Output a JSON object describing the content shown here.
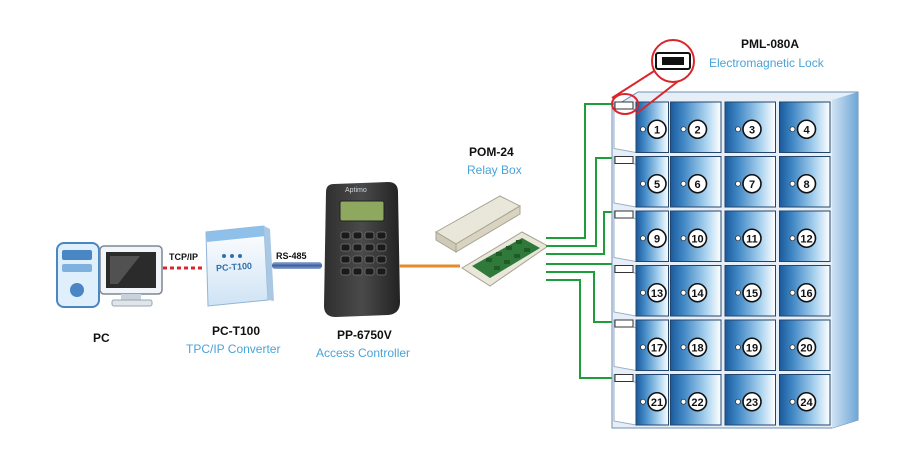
{
  "pc": {
    "label": "PC"
  },
  "converter": {
    "model": "PC-T100",
    "desc": "TPC/IP Converter",
    "brand": "PC-T100"
  },
  "controller": {
    "model": "PP-6750V",
    "desc": "Access Controller",
    "brand": "Aptimo"
  },
  "relay": {
    "model": "POM-24",
    "desc": "Relay Box"
  },
  "lock": {
    "model": "PML-080A",
    "desc": "Electromagnetic Lock"
  },
  "links": {
    "tcpip": "TCP/IP",
    "rs485": "RS-485"
  },
  "lockers": [
    "1",
    "2",
    "3",
    "4",
    "5",
    "6",
    "7",
    "8",
    "9",
    "10",
    "11",
    "12",
    "13",
    "14",
    "15",
    "16",
    "17",
    "18",
    "19",
    "20",
    "21",
    "22",
    "23",
    "24"
  ],
  "colors": {
    "accent_text": "#4aa3d8",
    "wire_green": "#1e9e3a",
    "wire_orange": "#e8892b",
    "dash_red": "#d9262c",
    "callout_red": "#d9262c"
  }
}
